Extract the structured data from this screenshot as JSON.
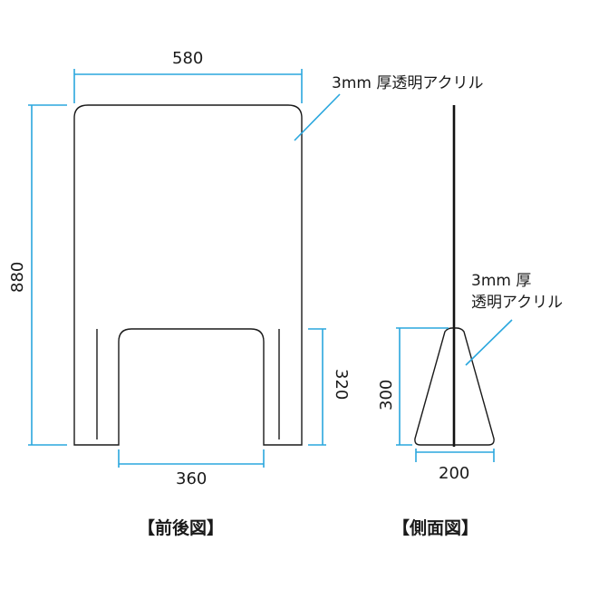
{
  "front_view": {
    "width_label": "580",
    "height_label": "880",
    "opening_width_label": "360",
    "opening_height_label": "320",
    "material_note": "3mm 厚透明アクリル",
    "caption": "【前後図】"
  },
  "side_view": {
    "height_label": "300",
    "base_width_label": "200",
    "material_note_line1": "3mm 厚",
    "material_note_line2": "透明アクリル",
    "caption": "【側面図】"
  },
  "colors": {
    "dimension_line": "#2aa7de",
    "outline": "#1a1a1a"
  }
}
